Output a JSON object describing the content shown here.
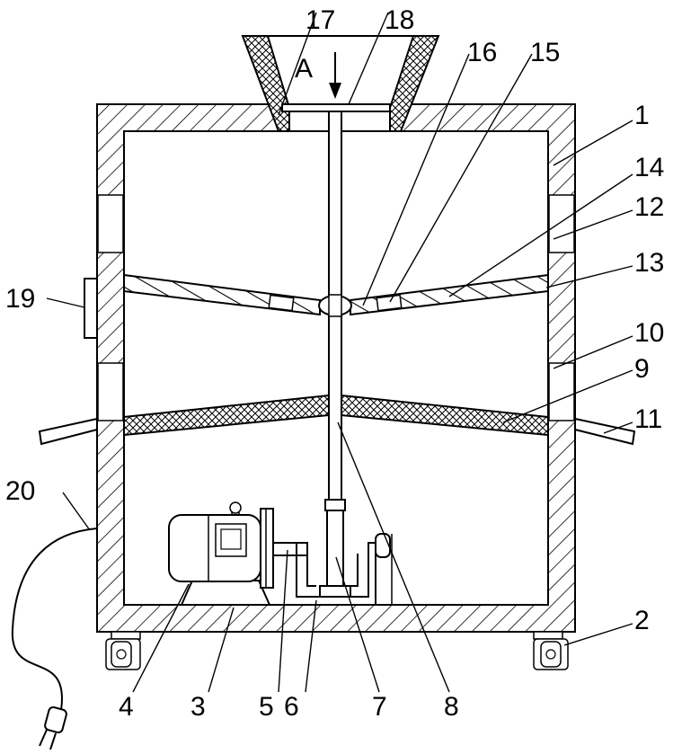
{
  "labels": {
    "p1": "1",
    "p2": "2",
    "p3": "3",
    "p4": "4",
    "p5": "5",
    "p6": "6",
    "p7": "7",
    "p8": "8",
    "p9": "9",
    "p10": "10",
    "p11": "11",
    "p12": "12",
    "p13": "13",
    "p14": "14",
    "p15": "15",
    "p16": "16",
    "p17": "17",
    "p18": "18",
    "p19": "19",
    "p20": "20",
    "view_a": "A"
  }
}
